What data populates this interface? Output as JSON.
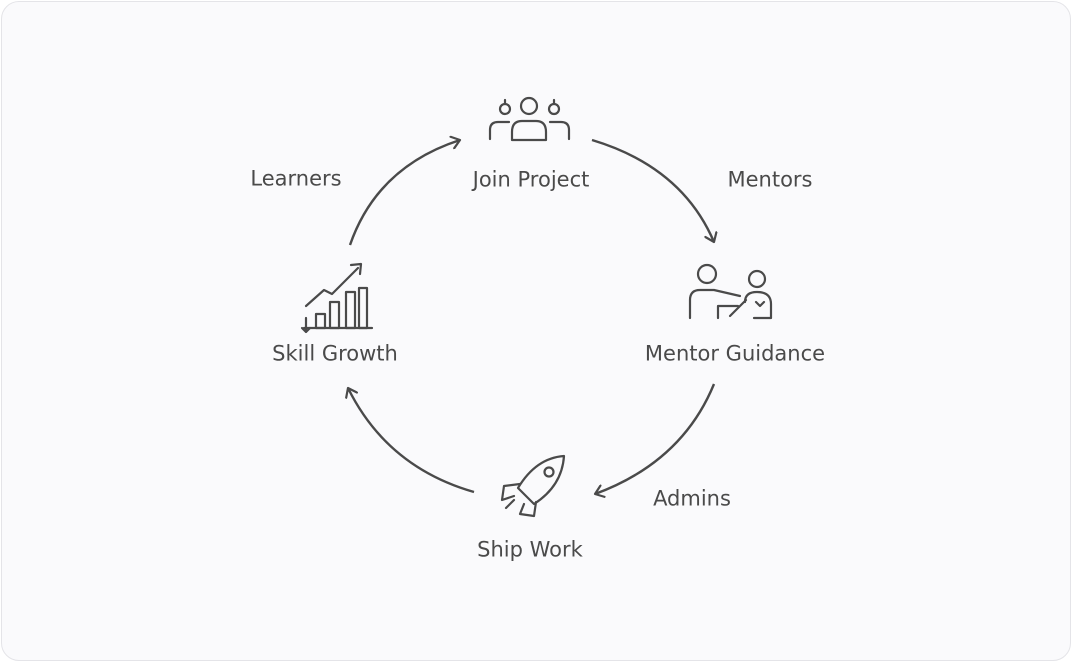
{
  "nodes": {
    "join_project": {
      "label": "Join Project",
      "icon": "group-people-icon"
    },
    "mentor_guidance": {
      "label": "Mentor Guidance",
      "icon": "mentor-pointing-icon"
    },
    "ship_work": {
      "label": "Ship Work",
      "icon": "rocket-icon"
    },
    "skill_growth": {
      "label": "Skill Growth",
      "icon": "growth-chart-icon"
    }
  },
  "edges": {
    "mentors": "Mentors",
    "admins": "Admins",
    "learners": "Learners"
  },
  "colors": {
    "stroke": "#4a4a4a",
    "background": "#fafafc",
    "border": "#e4e4e8"
  }
}
